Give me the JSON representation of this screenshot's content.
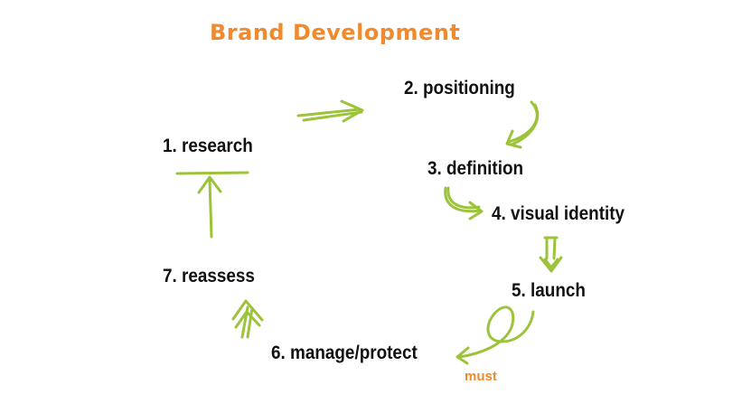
{
  "title": "Brand Development",
  "steps": [
    {
      "label": "1. research"
    },
    {
      "label": "2. positioning"
    },
    {
      "label": "3. definition"
    },
    {
      "label": "4. visual identity"
    },
    {
      "label": "5. launch"
    },
    {
      "label": "6. manage/protect"
    },
    {
      "label": "7. reassess"
    }
  ],
  "note": "must",
  "colors": {
    "title": "#f08a2c",
    "arrow": "#9cc33a",
    "note": "#f08a2c",
    "text": "#111111"
  }
}
